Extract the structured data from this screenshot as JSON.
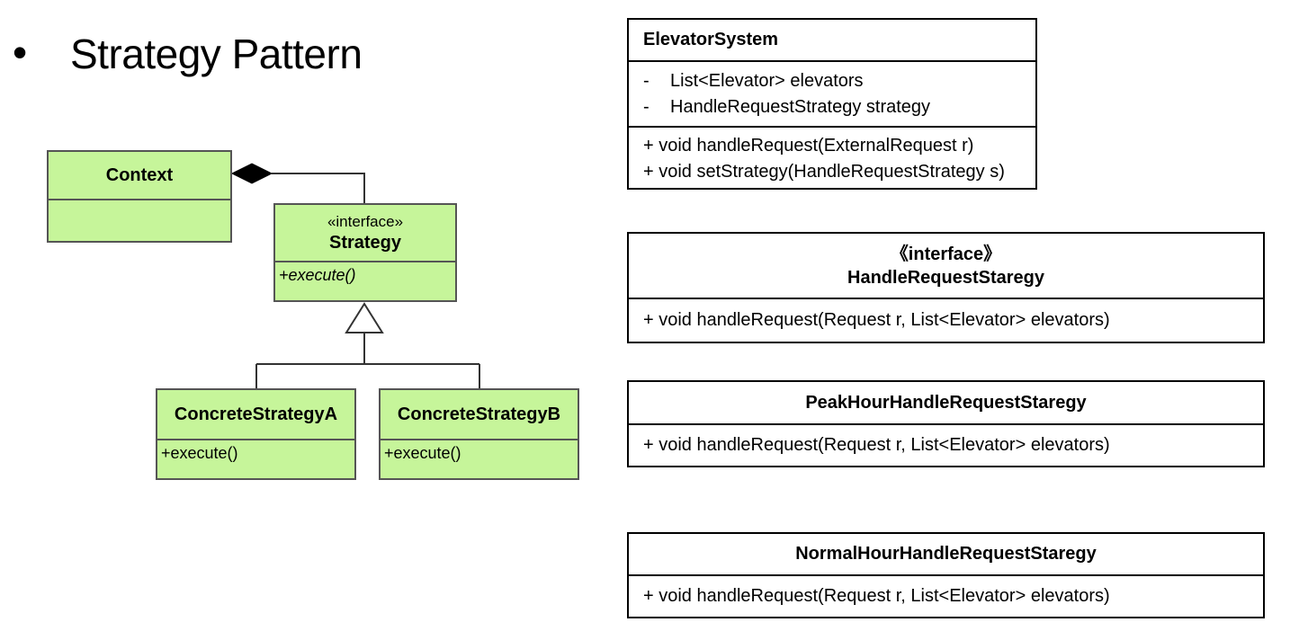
{
  "slide": {
    "bullet": "•",
    "title": "Strategy Pattern"
  },
  "pattern_diagram": {
    "context": {
      "name": "Context"
    },
    "strategy": {
      "stereotype": "«interface»",
      "name": "Strategy",
      "method": "+execute()"
    },
    "concrete_a": {
      "name": "ConcreteStrategyA",
      "method": "+execute()"
    },
    "concrete_b": {
      "name": "ConcreteStrategyB",
      "method": "+execute()"
    },
    "colors": {
      "fill": "#c6f59a",
      "stroke": "#555555"
    }
  },
  "elevator_system": {
    "name": "ElevatorSystem",
    "attributes": [
      {
        "marker": "-",
        "text": "List<Elevator> elevators"
      },
      {
        "marker": "-",
        "text": "HandleRequestStrategy strategy"
      }
    ],
    "methods": [
      "+ void handleRequest(ExternalRequest  r)",
      "+ void setStrategy(HandleRequestStrategy s)"
    ]
  },
  "handle_request_strategy": {
    "stereotype": "《interface》",
    "name": "HandleRequestStaregy",
    "method": "+ void handleRequest(Request  r, List<Elevator> elevators)"
  },
  "peak_hour_strategy": {
    "name": "PeakHourHandleRequestStaregy",
    "method": "+ void handleRequest(Request  r, List<Elevator> elevators)"
  },
  "normal_hour_strategy": {
    "name": "NormalHourHandleRequestStaregy",
    "method": "+ void handleRequest(Request  r, List<Elevator> elevators)"
  }
}
